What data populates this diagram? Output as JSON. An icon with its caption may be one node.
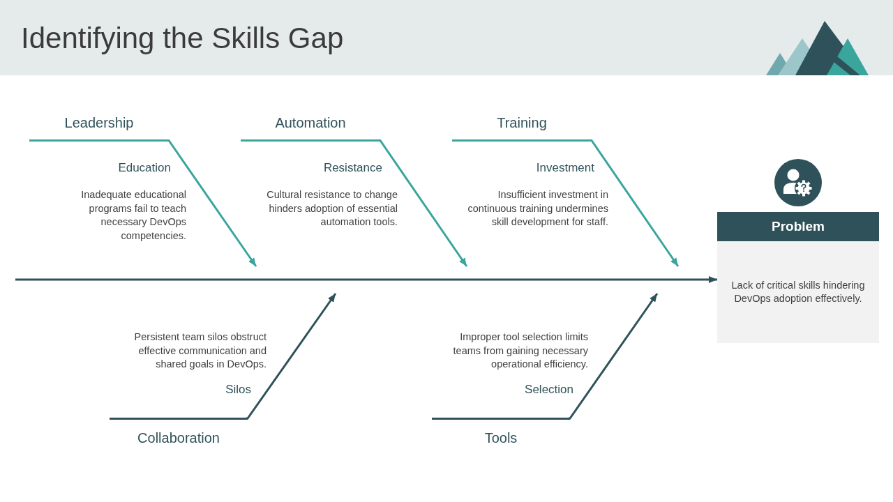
{
  "diagram": {
    "title": "Identifying the Skills Gap",
    "nodes": [
      {
        "text": [
          "Leadership"
        ],
        "beside": [
          "Education",
          "Inadequate educational programs fail to teach necessary DevOps competencies."
        ]
      },
      {
        "text": [
          "Automation"
        ],
        "beside": [
          "Resistance",
          "Cultural resistance to change hinders adoption of essential automation tools."
        ]
      },
      {
        "text": [
          "Training"
        ],
        "beside": [
          "Investment",
          "Insufficient investment in continuous training undermines skill development for staff."
        ]
      },
      {
        "text": [
          "Collaboration"
        ],
        "beside": [
          "Persistent team silos obstruct effective communication and shared goals in DevOps.",
          "Silos"
        ]
      },
      {
        "text": [
          "Tools"
        ],
        "beside": [
          "Improper tool selection limits teams from gaining necessary operational efficiency.",
          "Selection"
        ]
      },
      {
        "text": [
          "Problem",
          "Lack of critical skills hindering DevOps adoption effectively."
        ]
      }
    ],
    "edges": [
      {
        "from": 0,
        "to": null,
        "arrow": "to",
        "color": "#3aa59d"
      },
      {
        "from": 1,
        "to": null,
        "arrow": "to",
        "color": "#3aa59d"
      },
      {
        "from": 2,
        "to": null,
        "arrow": "to",
        "color": "#3aa59d"
      },
      {
        "from": 3,
        "to": null,
        "arrow": "to"
      },
      {
        "from": 4,
        "to": null,
        "arrow": "to"
      },
      {
        "from": null,
        "to": 5,
        "arrow": "to"
      }
    ]
  }
}
